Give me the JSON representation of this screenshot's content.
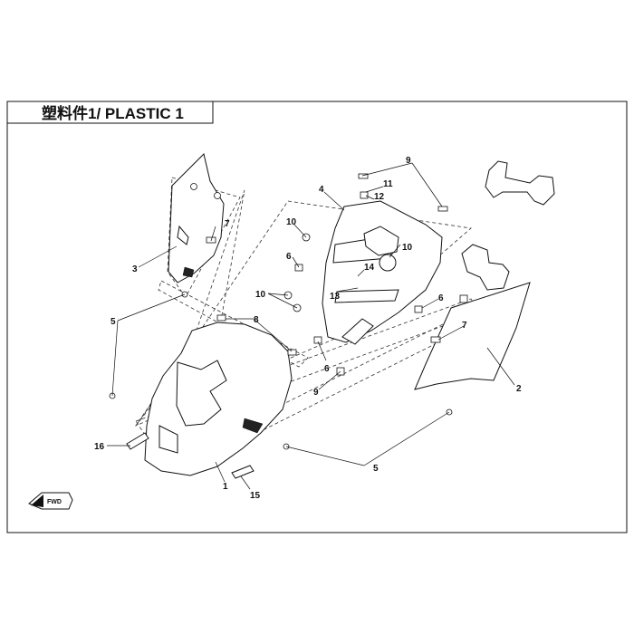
{
  "title": {
    "chinese": "塑料件1",
    "separator": "/ ",
    "english": "PLASTIC 1"
  },
  "fwd_label": "FWD",
  "callouts": [
    {
      "id": "c1",
      "label": "1"
    },
    {
      "id": "c2",
      "label": "2"
    },
    {
      "id": "c3",
      "label": "3"
    },
    {
      "id": "c4",
      "label": "4"
    },
    {
      "id": "c5a",
      "label": "5"
    },
    {
      "id": "c5b",
      "label": "5"
    },
    {
      "id": "c6a",
      "label": "6"
    },
    {
      "id": "c6b",
      "label": "6"
    },
    {
      "id": "c6c",
      "label": "6"
    },
    {
      "id": "c7a",
      "label": "7"
    },
    {
      "id": "c7b",
      "label": "7"
    },
    {
      "id": "c8",
      "label": "8"
    },
    {
      "id": "c9a",
      "label": "9"
    },
    {
      "id": "c9b",
      "label": "9"
    },
    {
      "id": "c10a",
      "label": "10"
    },
    {
      "id": "c10b",
      "label": "10"
    },
    {
      "id": "c10c",
      "label": "10"
    },
    {
      "id": "c11",
      "label": "11"
    },
    {
      "id": "c12",
      "label": "12"
    },
    {
      "id": "c13",
      "label": "13"
    },
    {
      "id": "c14",
      "label": "14"
    },
    {
      "id": "c15",
      "label": "15"
    },
    {
      "id": "c16",
      "label": "16"
    }
  ]
}
